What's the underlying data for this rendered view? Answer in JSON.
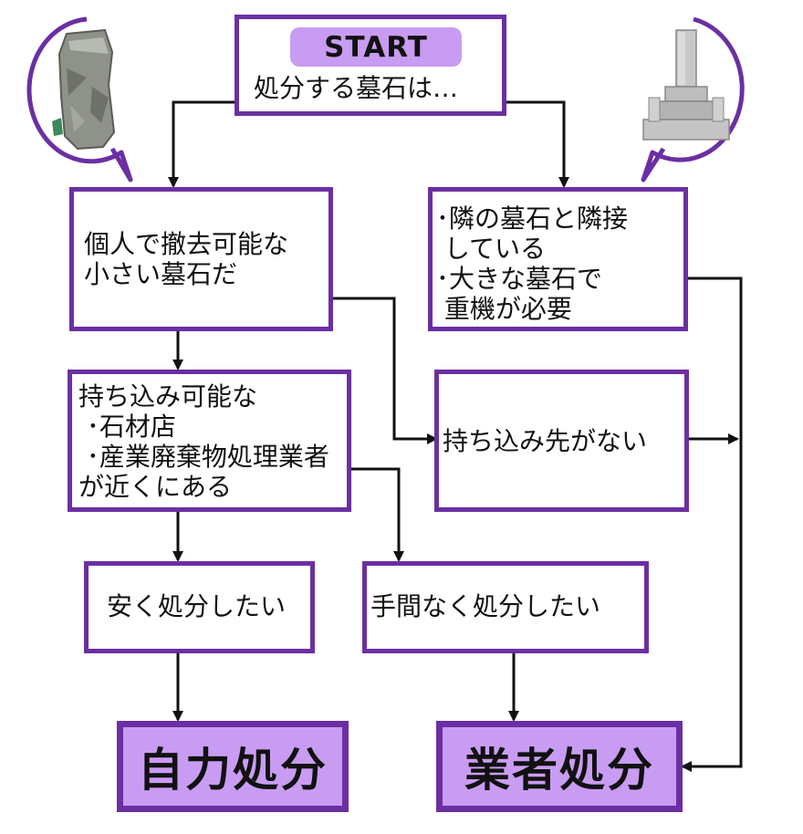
{
  "start": {
    "badge": "START",
    "question": "処分する墓石は…"
  },
  "left_column": {
    "small_stone": "個人で撤去可能な\n小さい墓石だ",
    "nearby_shops": "持ち込み可能な\n ･石材店\n ･産業廃棄物処理業者\nが近くにある",
    "cheap": "安く処分したい",
    "final": "自力処分"
  },
  "right_column": {
    "large_stone": "･隣の墓石と隣接\n している\n･大きな墓石で\n 重機が必要",
    "no_destination": "持ち込み先がない",
    "hassle_free": "手間なく処分したい",
    "final": "業者処分"
  },
  "colors": {
    "border": "#6b2fa3",
    "fill": "#c99cf3",
    "line": "#111111"
  },
  "icons": [
    "natural-gravestone-icon",
    "western-gravestone-icon"
  ]
}
